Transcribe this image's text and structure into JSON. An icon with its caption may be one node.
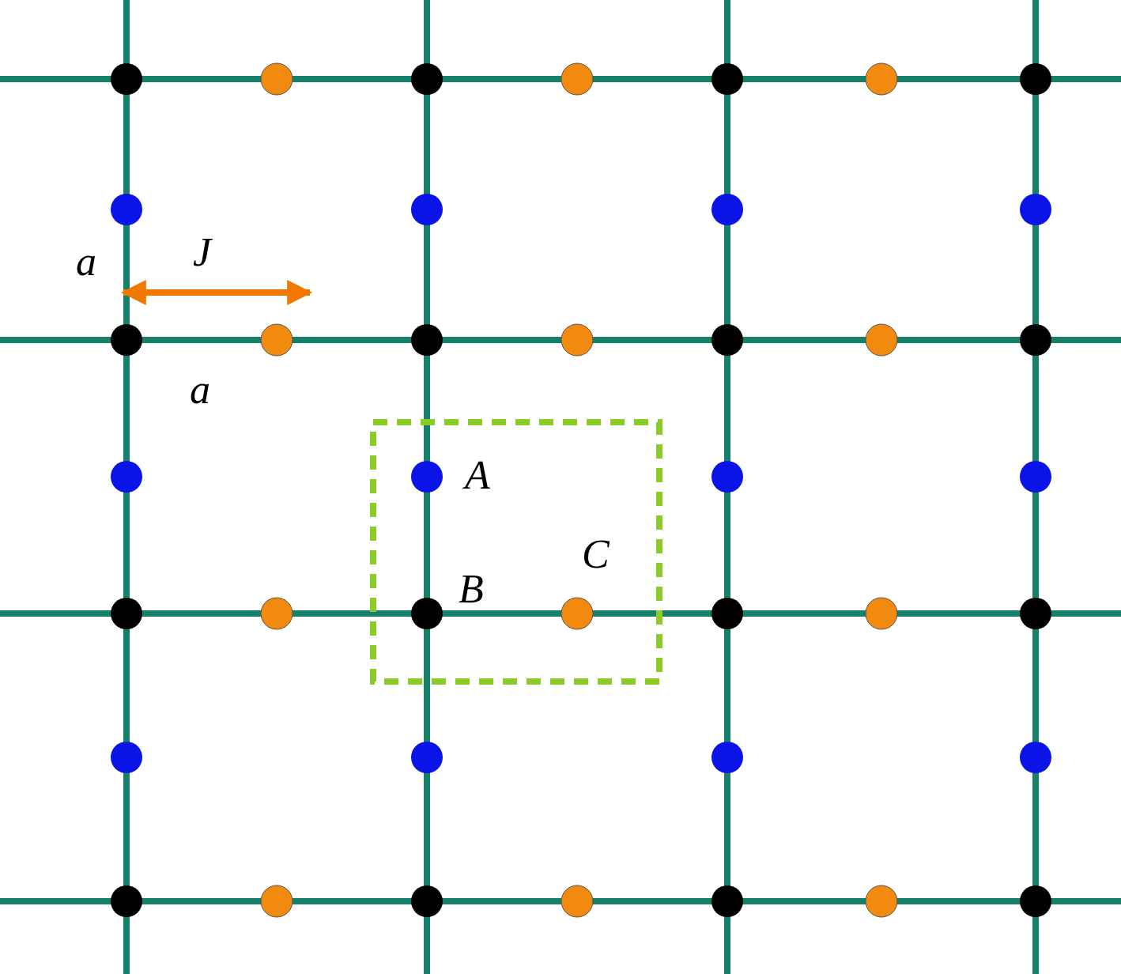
{
  "diagram": {
    "labels": [
      "a",
      "J",
      "a",
      "A",
      "C",
      "B"
    ]
  }
}
